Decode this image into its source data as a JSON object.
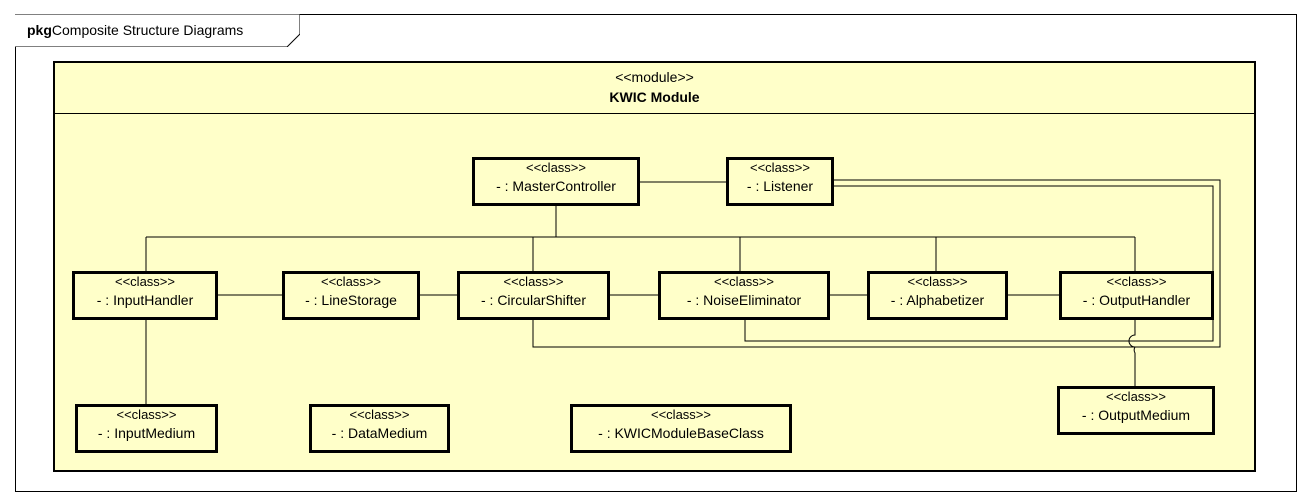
{
  "package": {
    "keyword": "pkg",
    "name": "Composite Structure Diagrams"
  },
  "module": {
    "stereotype": "<<module>>",
    "name": "KWIC Module"
  },
  "parts": {
    "master_controller": {
      "stereotype": "<<class>>",
      "name": "-  : MasterController"
    },
    "listener": {
      "stereotype": "<<class>>",
      "name": "-  : Listener"
    },
    "input_handler": {
      "stereotype": "<<class>>",
      "name": "-  : InputHandler"
    },
    "line_storage": {
      "stereotype": "<<class>>",
      "name": "-  : LineStorage"
    },
    "circular_shifter": {
      "stereotype": "<<class>>",
      "name": "-  : CircularShifter"
    },
    "noise_eliminator": {
      "stereotype": "<<class>>",
      "name": "-  : NoiseEliminator"
    },
    "alphabetizer": {
      "stereotype": "<<class>>",
      "name": "-  : Alphabetizer"
    },
    "output_handler": {
      "stereotype": "<<class>>",
      "name": "-  : OutputHandler"
    },
    "input_medium": {
      "stereotype": "<<class>>",
      "name": "-  : InputMedium"
    },
    "data_medium": {
      "stereotype": "<<class>>",
      "name": "-  : DataMedium"
    },
    "kwic_base": {
      "stereotype": "<<class>>",
      "name": "-  : KWICModuleBaseClass"
    },
    "output_medium": {
      "stereotype": "<<class>>",
      "name": "-  : OutputMedium"
    }
  }
}
